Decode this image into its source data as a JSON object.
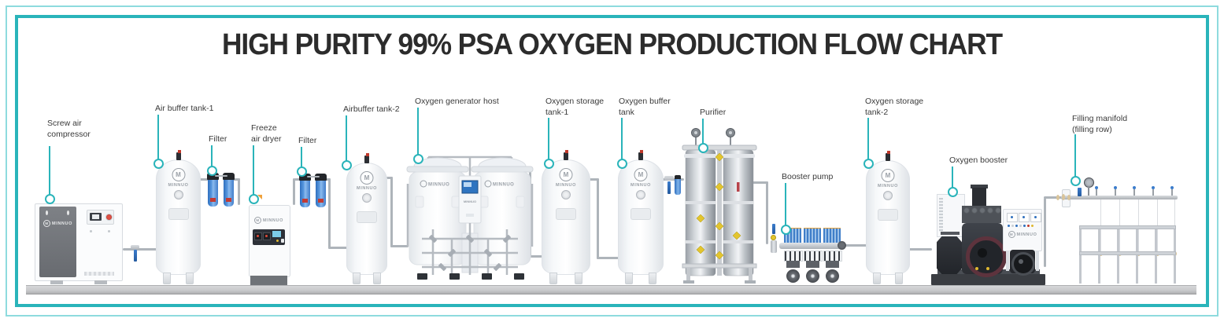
{
  "title": "HIGH PURITY 99% PSA OXYGEN PRODUCTION FLOW CHART",
  "brand": "MINNUO",
  "brand_initial": "M",
  "colors": {
    "accent_teal": "#2ab4ba",
    "outer_border": "#8edbde",
    "label_text": "#3a3a3a",
    "title_text": "#2c2c2c",
    "ground": "#c7c8ca",
    "filter_blue": "#3b7ccc",
    "valve_yellow": "#e3c52e",
    "flywheel_maroon": "#5d333d"
  },
  "labels": [
    {
      "id": "screw-air-compressor",
      "text": "Screw air\ncompressor"
    },
    {
      "id": "air-buffer-tank-1",
      "text": "Air buffer tank-1"
    },
    {
      "id": "filter-1",
      "text": "Filter"
    },
    {
      "id": "freeze-air-dryer",
      "text": "Freeze\nair dryer"
    },
    {
      "id": "filter-2",
      "text": "Filter"
    },
    {
      "id": "airbuffer-tank-2",
      "text": "Airbuffer tank-2"
    },
    {
      "id": "oxygen-generator-host",
      "text": "Oxygen generator host"
    },
    {
      "id": "oxygen-storage-tank-1",
      "text": "Oxygen storage\ntank-1"
    },
    {
      "id": "oxygen-buffer-tank",
      "text": "Oxygen buffer\ntank"
    },
    {
      "id": "purifier",
      "text": "Purifier"
    },
    {
      "id": "booster-pump",
      "text": "Booster pump"
    },
    {
      "id": "oxygen-storage-tank-2",
      "text": "Oxygen storage\ntank-2"
    },
    {
      "id": "oxygen-booster",
      "text": "Oxygen booster"
    },
    {
      "id": "filling-manifold",
      "text": "Filling manifold\n(filling row)"
    }
  ]
}
